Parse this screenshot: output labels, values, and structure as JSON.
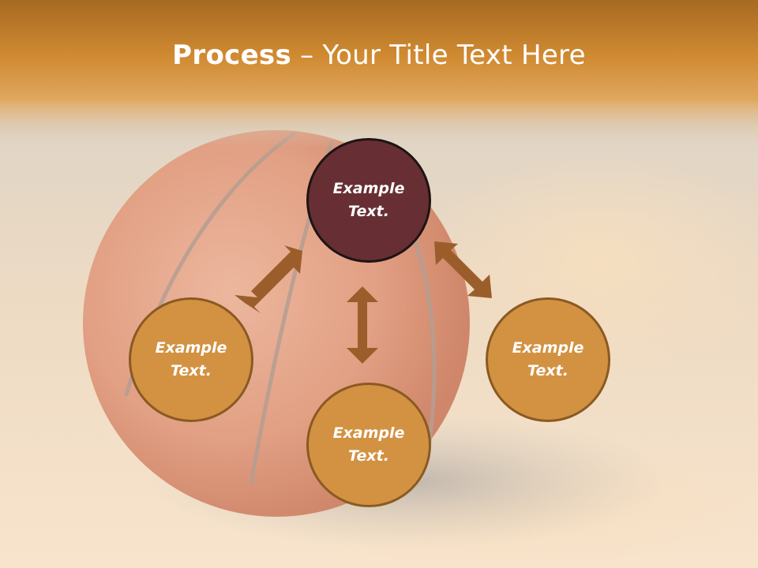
{
  "title": {
    "bold": "Process",
    "rest": " – Your Title Text Here"
  },
  "colors": {
    "header": "#c7822c",
    "center_fill": "#672f33",
    "outer_fill": "#d29242",
    "arrow": "#9b5e2a"
  },
  "diagram": {
    "center": {
      "line1": "Example",
      "line2": "Text."
    },
    "nodes": [
      {
        "line1": "Example",
        "line2": "Text."
      },
      {
        "line1": "Example",
        "line2": "Text."
      },
      {
        "line1": "Example",
        "line2": "Text."
      }
    ]
  }
}
